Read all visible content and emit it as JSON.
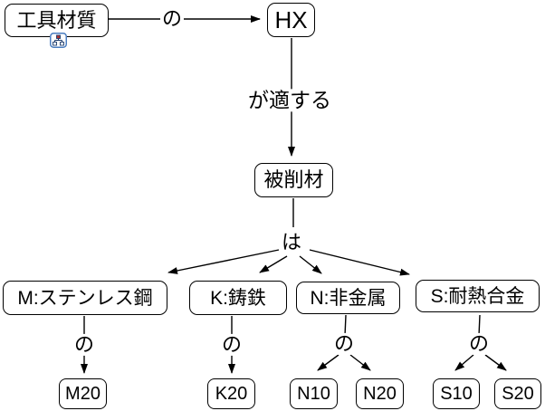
{
  "diagram": {
    "nodes": {
      "tool_material": "工具材質",
      "hx": "HX",
      "workpiece": "被削材",
      "group_m": "M:ステンレス鋼",
      "group_k": "K:鋳鉄",
      "group_n": "N:非金属",
      "group_s": "S:耐熱合金",
      "m20": "M20",
      "k20": "K20",
      "n10": "N10",
      "n20": "N20",
      "s10": "S10",
      "s20": "S20"
    },
    "edge_labels": {
      "tool_to_hx": "の",
      "hx_to_workpiece": "が適する",
      "workpiece_to_groups": "は",
      "m_to_m20": "の",
      "k_to_k20": "の",
      "n_to_codes": "の",
      "s_to_codes": "の"
    },
    "icons": {
      "branch_icon": "org-chart-icon"
    },
    "colors": {
      "stroke": "#000000",
      "node_fill": "#ffffff",
      "background": "#ffffff",
      "icon_border": "#4a7dc0",
      "icon_accent": "#b03030"
    }
  }
}
